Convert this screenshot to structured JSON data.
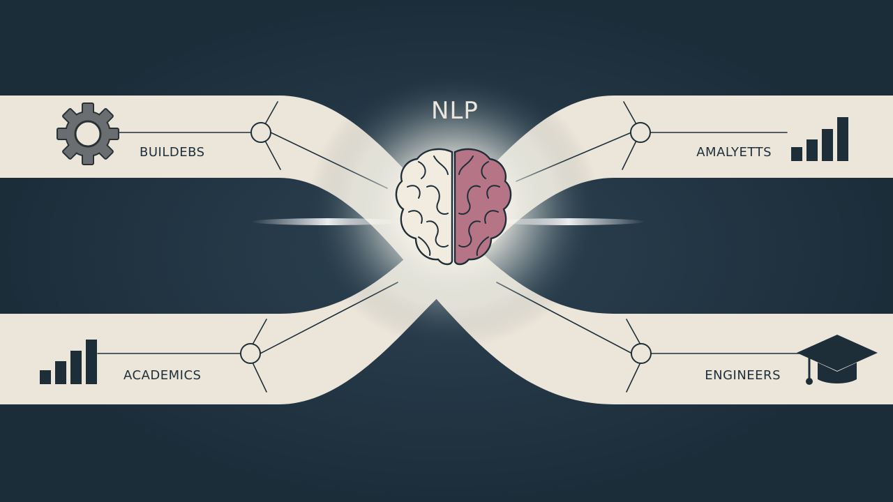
{
  "diagram": {
    "title": "NLP",
    "nodes": [
      {
        "id": "builders",
        "label": "BUILDEBS",
        "icon": "gear-icon"
      },
      {
        "id": "analysts",
        "label": "AMALYETTS",
        "icon": "bar-chart-icon"
      },
      {
        "id": "academics",
        "label": "ACADEMICS",
        "icon": "bar-chart-icon"
      },
      {
        "id": "engineers",
        "label": "ENGINEERS",
        "icon": "graduation-cap-icon"
      }
    ],
    "center_icon": "brain-icon"
  },
  "colors": {
    "background": "#1c2d3a",
    "ribbon": "#ece6da",
    "ink": "#1e2e39",
    "brain_left": "#f2ece0",
    "brain_right": "#b67487",
    "gear": "#6b6e70",
    "glow": "#ffffff"
  }
}
